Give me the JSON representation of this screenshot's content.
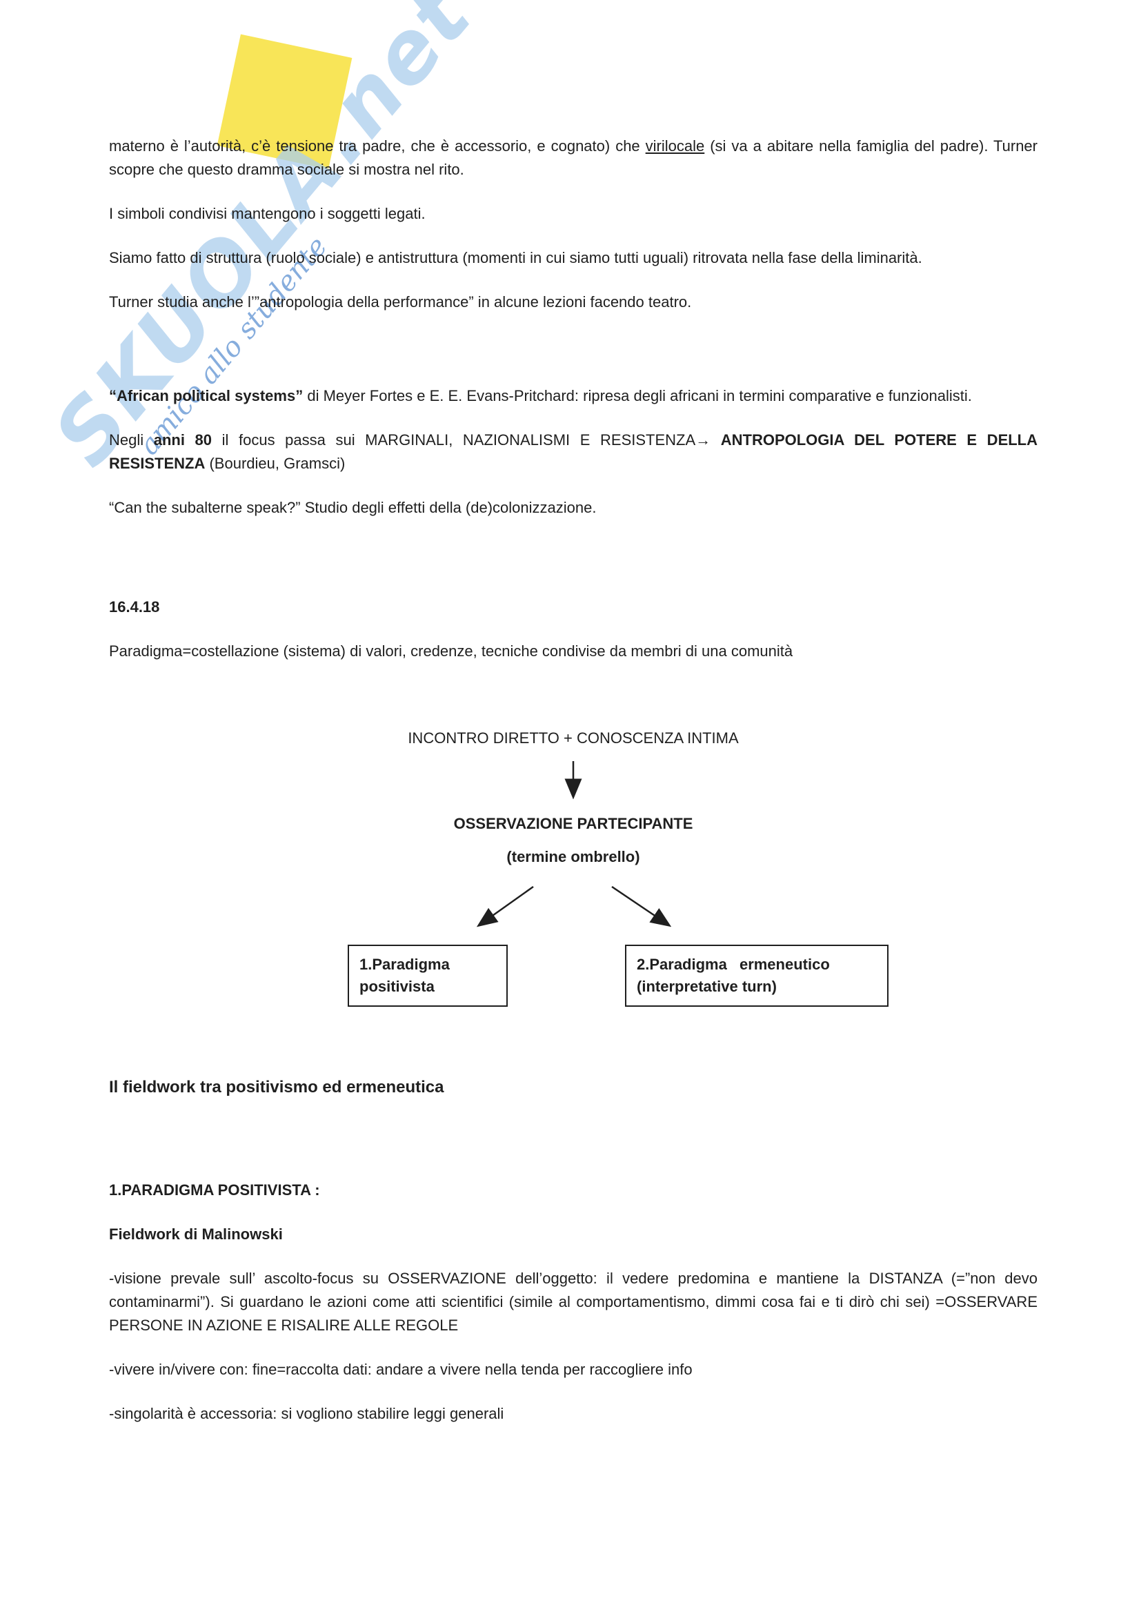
{
  "watermark": {
    "logo": "SKUOLA.net",
    "tagline": "amico allo studente"
  },
  "doc": {
    "p1": {
      "r1": "materno è l’autorità, c’è tensione tra padre, che è accessorio, e cognato) che ",
      "r2": "virilocale",
      "r3": " (si va a abitare nella famiglia del padre). Turner scopre che questo dramma sociale si mostra nel rito."
    },
    "p2": "I simboli condivisi mantengono i soggetti legati.",
    "p3": "Siamo fatto di struttura (ruolo sociale) e antistruttura (momenti in cui siamo tutti uguali) ritrovata nella fase della liminarità.",
    "p4": "Turner studia anche l’”antropologia della performance” in alcune lezioni facendo teatro.",
    "p5": {
      "r1": "“African political systems”",
      "r2": " di Meyer Fortes e E. E. Evans-Pritchard: ripresa degli africani in termini comparative e funzionalisti."
    },
    "p6": {
      "r1": "Negli ",
      "r2": "anni 80",
      "r3": " il focus passa sui MARGINALI, NAZIONALISMI E RESISTENZA→ ",
      "r4": "ANTROPOLOGIA DEL POTERE E DELLA RESISTENZA",
      "r5": " (Bourdieu, Gramsci)"
    },
    "p7": "“Can the subalterne speak?” Studio degli effetti della (de)colonizzazione.",
    "date": "16.4.18",
    "p9": "Paradigma=costellazione (sistema) di valori, credenze, tecniche condivise da membri di una comunità"
  },
  "diagram": {
    "top_label": "INCONTRO DIRETTO + CONOSCENZA INTIMA",
    "mid_label": "OSSERVAZIONE PARTECIPANTE",
    "sub_label": "(termine ombrello)",
    "box1": {
      "line1": "1.Paradigma",
      "line2": "positivista"
    },
    "box2": {
      "line1": "2.Paradigma ermeneutico",
      "line2": "(interpretative turn)"
    }
  },
  "section": {
    "heading": "Il fieldwork tra positivismo ed ermeneutica",
    "sub1": "1.PARADIGMA POSITIVISTA :",
    "sub2": "Fieldwork di Malinowski",
    "p10": "-visione prevale sull’ ascolto-focus su OSSERVAZIONE dell’oggetto: il vedere predomina e mantiene la DISTANZA (=”non devo contaminarmi”). Si guardano le azioni come atti scientifici (simile al comportamentismo, dimmi cosa fai e ti dirò chi sei) =OSSERVARE PERSONE IN AZIONE E RISALIRE ALLE REGOLE",
    "p11": "-vivere in/vivere con: fine=raccolta dati: andare a vivere nella tenda per raccogliere info",
    "p12": "-singolarità è accessoria: si vogliono stabilire leggi generali"
  }
}
